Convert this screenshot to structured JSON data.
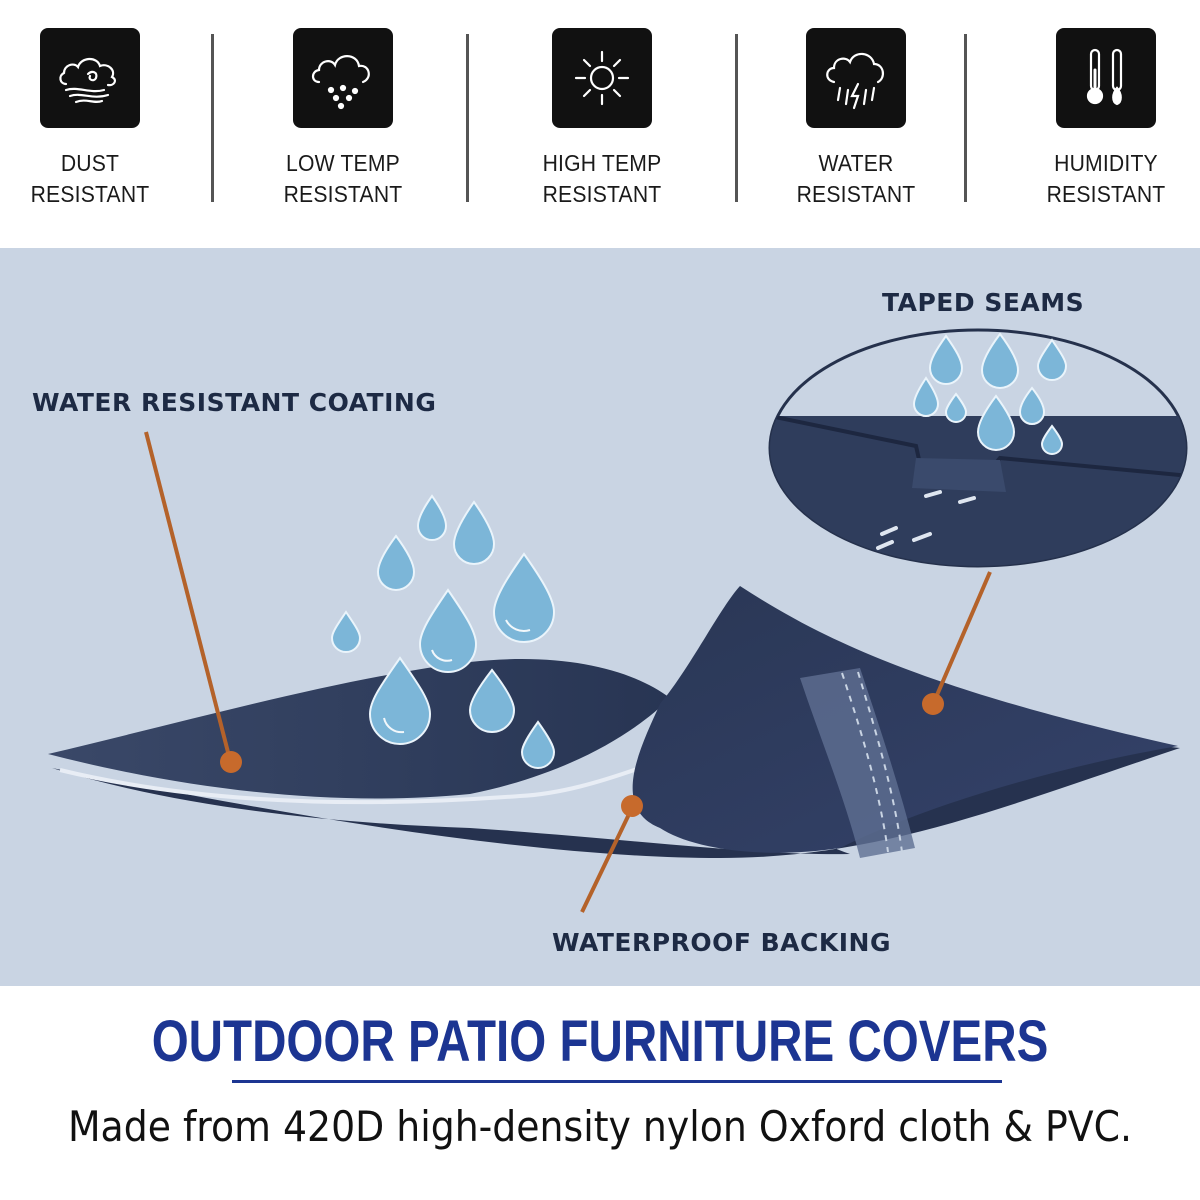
{
  "features": [
    {
      "icon": "dust-cloud-icon",
      "line1": "DUST",
      "line2": "RESISTANT"
    },
    {
      "icon": "snow-cloud-icon",
      "line1": "LOW TEMP",
      "line2": "RESISTANT"
    },
    {
      "icon": "sun-icon",
      "line1": "HIGH TEMP",
      "line2": "RESISTANT"
    },
    {
      "icon": "storm-cloud-icon",
      "line1": "WATER",
      "line2": "RESISTANT"
    },
    {
      "icon": "thermometer-icon",
      "line1": "HUMIDITY",
      "line2": "RESISTANT"
    }
  ],
  "callouts": {
    "coating": "WATER RESISTANT COATING",
    "seams": "TAPED SEAMS",
    "backing": "WATERPROOF BACKING"
  },
  "colors": {
    "panel_background": "#c9d4e3",
    "fabric_navy": "#2f3d5c",
    "water_drop": "#7cb6d8",
    "leader_line": "#b4622a",
    "headline_blue": "#1c3592"
  },
  "title": {
    "headline": "OUTDOOR PATIO FURNITURE COVERS",
    "subline": "Made from 420D high-density nylon Oxford cloth & PVC."
  }
}
